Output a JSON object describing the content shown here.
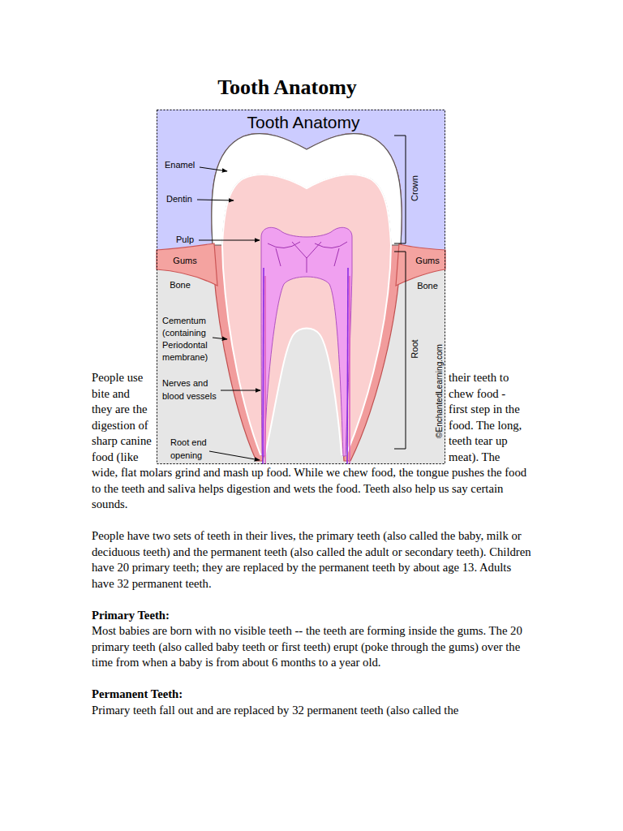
{
  "diagram": {
    "title": "Tooth Anatomy",
    "labels": [
      "Tooth Anatomy",
      "Enamel",
      "Dentin",
      "Pulp",
      "Gums",
      "Gums",
      "Bone",
      "Bone",
      "Cementum (containing Periodontal membrane)",
      "Nerves and blood vessels",
      "Root end opening",
      "Crown",
      "Root",
      "©EnchantedLearning.com",
      "People use their teeth to bite and chew food - they are the first step in the digestion of food. The long, sharp canine teeth tear up food (like meat). The wide, flat molars grind and mash up food. While we chew food, the tongue pushes the food to the teeth and saliva helps digestion and wets the food. Teeth also help us say certain sounds.",
      "People have two sets of teeth in their lives, the primary teeth (also called the baby, milk or deciduous teeth) and the permanent teeth (also called the adult or secondary teeth). Children have 20 primary teeth; they are replaced by the permanent teeth by about age 13. Adults have 32 permanent teeth.",
      "Primary Teeth:",
      "Most babies are born with no visible teeth -- the teeth are forming inside the gums. The 20 primary teeth (also called baby teeth or first teeth) erupt (poke through the gums) over the time from when a baby is from about 6 months to a year old.",
      "Permanent Teeth:",
      "Primary teeth fall out and are replaced by 32 permanent teeth (also called the"
    ]
  }
}
